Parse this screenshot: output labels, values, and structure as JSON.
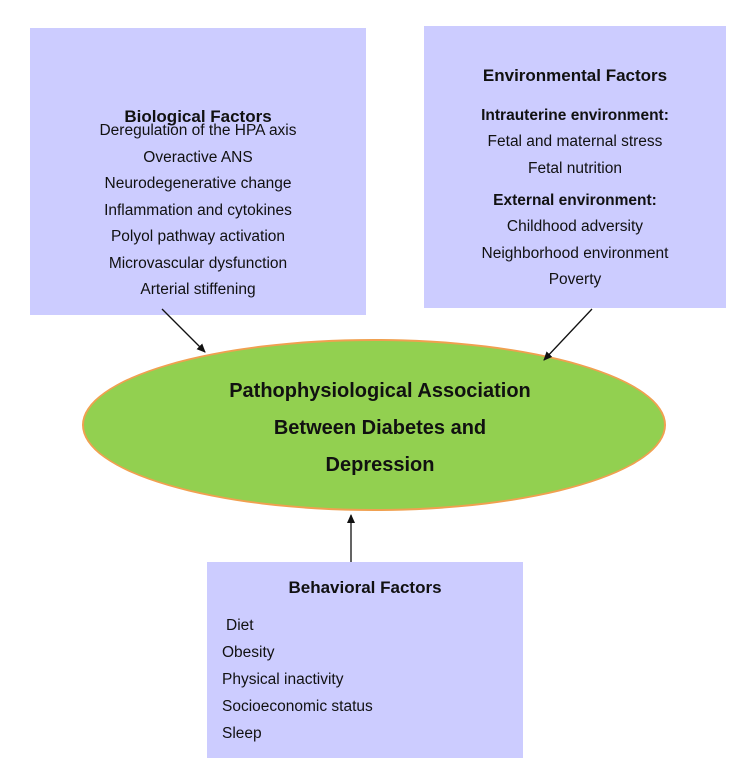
{
  "biological": {
    "title": "Biological Factors",
    "items": [
      "Deregulation of the HPA axis",
      "Overactive ANS",
      "Neurodegenerative change",
      "Inflammation and cytokines",
      "Polyol pathway activation",
      "Microvascular dysfunction",
      "Arterial stiffening"
    ]
  },
  "environmental": {
    "title": "Environmental Factors",
    "intrauterine_heading": "Intrauterine environment:",
    "intrauterine_items": [
      "Fetal and maternal stress",
      "Fetal nutrition"
    ],
    "external_heading": "External environment:",
    "external_items": [
      "Childhood adversity",
      "Neighborhood environment",
      "Poverty"
    ]
  },
  "behavioral": {
    "title": "Behavioral Factors",
    "items": [
      "Diet",
      "Obesity",
      "Physical inactivity",
      "Socioeconomic status",
      "Sleep"
    ]
  },
  "center": {
    "lines": [
      "Pathophysiological Association",
      "Between Diabetes and",
      "Depression"
    ]
  },
  "colors": {
    "box_fill": "#ccccff",
    "ellipse_fill": "#92d050",
    "ellipse_border": "#f0a050",
    "arrow": "#111111"
  }
}
